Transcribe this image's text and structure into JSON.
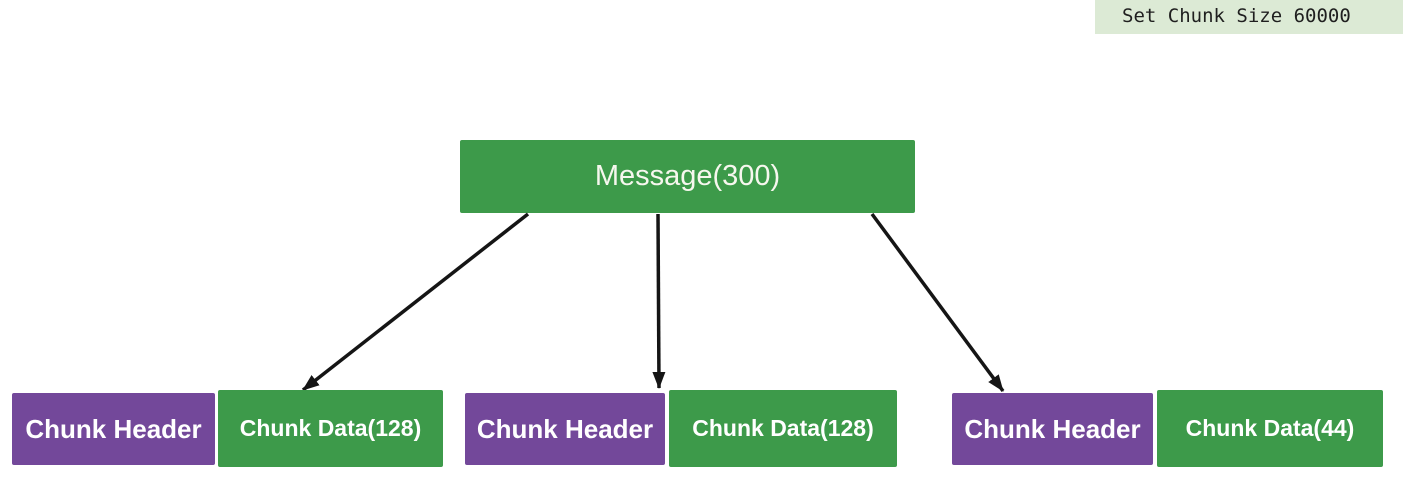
{
  "note": {
    "text": "Set Chunk Size 60000"
  },
  "colors": {
    "green": "#3d9a4a",
    "purple": "#73489a",
    "arrow": "#151515",
    "note_bg": "#dcead5",
    "note_text": "#1f1f1f"
  },
  "diagram": {
    "root": {
      "id": "message",
      "label": "Message(300)"
    },
    "chunks": [
      {
        "id": "chunk-1",
        "header_label": "Chunk Header",
        "data_label": "Chunk Data(128)"
      },
      {
        "id": "chunk-2",
        "header_label": "Chunk Header",
        "data_label": "Chunk Data(128)"
      },
      {
        "id": "chunk-3",
        "header_label": "Chunk Header",
        "data_label": "Chunk Data(44)"
      }
    ],
    "edges": [
      {
        "from": "message",
        "to": "chunk-1"
      },
      {
        "from": "message",
        "to": "chunk-2"
      },
      {
        "from": "message",
        "to": "chunk-3"
      }
    ]
  }
}
